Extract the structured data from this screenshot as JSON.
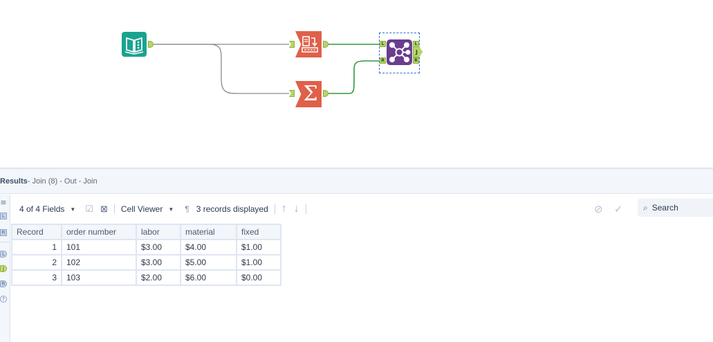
{
  "canvas": {
    "tools": [
      {
        "id": "input",
        "name": "Input Data",
        "color": "#1aa391",
        "icon": "book-icon"
      },
      {
        "id": "select",
        "name": "Select/Transform",
        "color": "#e0604a",
        "icon": "record-transform-icon"
      },
      {
        "id": "summarize",
        "name": "Summarize",
        "color": "#e0604a",
        "icon": "sigma-icon",
        "glyph": "Σ"
      },
      {
        "id": "join",
        "name": "Join",
        "color": "#6a3d8f",
        "icon": "join-network-icon",
        "ports_in": [
          "L",
          "R"
        ],
        "ports_out": [
          "L",
          "J",
          "R"
        ],
        "selected": true
      }
    ],
    "connection_colors": {
      "gray": "#8a8a8a",
      "green": "#2e9a3e"
    }
  },
  "results": {
    "title": "Results",
    "breadcrumb": " - Join (8) - Out - Join",
    "side_icons": [
      "≡",
      "L",
      "R",
      "L",
      "J",
      "R",
      "?"
    ],
    "toolbar": {
      "fields": "4 of 4 Fields",
      "viewer": "Cell Viewer",
      "pilcrow": "¶",
      "records": "3 records displayed",
      "search_placeholder": "Search"
    },
    "table": {
      "headers": [
        "Record",
        "order number",
        "labor",
        "material",
        "fixed"
      ],
      "rows": [
        [
          "1",
          "101",
          "$3.00",
          "$4.00",
          "$1.00"
        ],
        [
          "2",
          "102",
          "$3.00",
          "$5.00",
          "$1.00"
        ],
        [
          "3",
          "103",
          "$2.00",
          "$6.00",
          "$0.00"
        ]
      ]
    }
  }
}
